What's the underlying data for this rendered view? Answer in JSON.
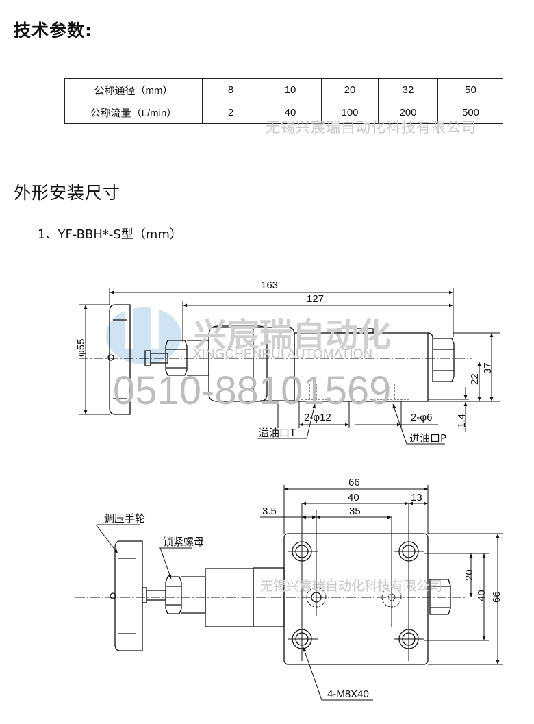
{
  "sections": {
    "tech_params_title": "技术参数:",
    "outline_title": "外形安装尺寸",
    "model_subtitle": "1、YF-BBH*-S型（mm）"
  },
  "spec_table": {
    "rows": [
      {
        "label": "公称通径（mm）",
        "values": [
          "8",
          "10",
          "20",
          "32",
          "50"
        ]
      },
      {
        "label": "公称流量（L/min）",
        "values": [
          "2",
          "40",
          "100",
          "200",
          "500"
        ]
      }
    ]
  },
  "watermarks": {
    "company_cn": "无锡兴宸瑞自动化科技有限公司",
    "brand_cn": "兴宸瑞自动化",
    "brand_en": "XINGCHENRUI AUTOMATION",
    "phone": "0510-88101569",
    "logo_color": "#bcd9ee"
  },
  "drawing_side": {
    "dims": {
      "overall_length": "163",
      "body_length": "127",
      "handwheel_diameter": "φ55",
      "height_22": "22",
      "height_37": "37",
      "offset_1_4": "1.4",
      "port_t_dia": "2-φ12",
      "port_p_dia": "2-φ6"
    },
    "labels": {
      "overflow_port": "溢油口T",
      "inlet_port": "进油口P"
    }
  },
  "drawing_top": {
    "dims": {
      "width_66": "66",
      "hole_spacing_40": "40",
      "edge_13": "13",
      "edge_3_5": "3.5",
      "port_spacing_35": "35",
      "v_20": "20",
      "v_40": "40",
      "v_66": "66"
    },
    "labels": {
      "handwheel": "调压手轮",
      "lock_nut": "锁紧螺母",
      "bolts": "4-M8X40"
    }
  }
}
